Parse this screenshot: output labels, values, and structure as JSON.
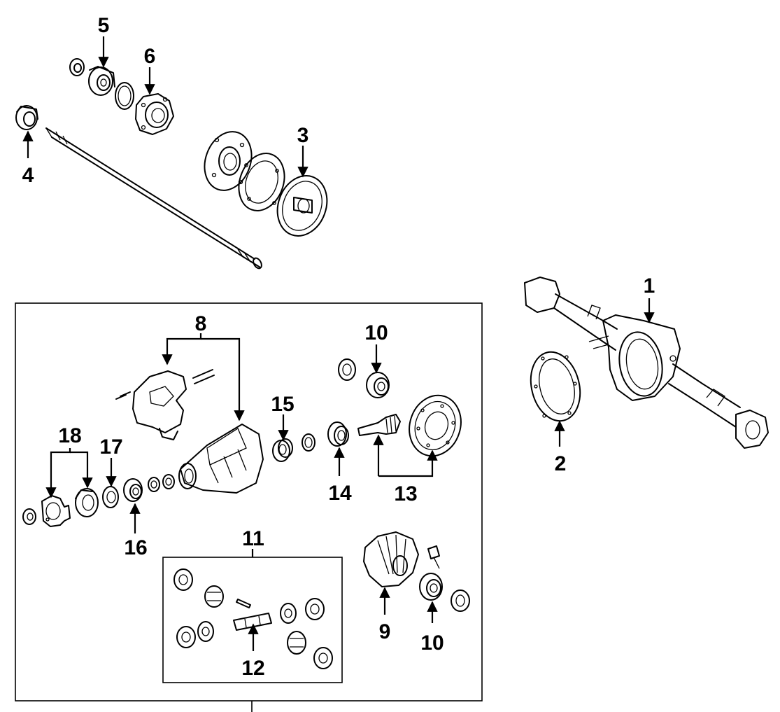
{
  "callouts": {
    "c1": "1",
    "c2": "2",
    "c3": "3",
    "c4": "4",
    "c5": "5",
    "c6": "6",
    "c8": "8",
    "c9": "9",
    "c10a": "10",
    "c10b": "10",
    "c11": "11",
    "c12": "12",
    "c13": "13",
    "c14": "14",
    "c15": "15",
    "c16": "16",
    "c17": "17",
    "c18": "18"
  }
}
